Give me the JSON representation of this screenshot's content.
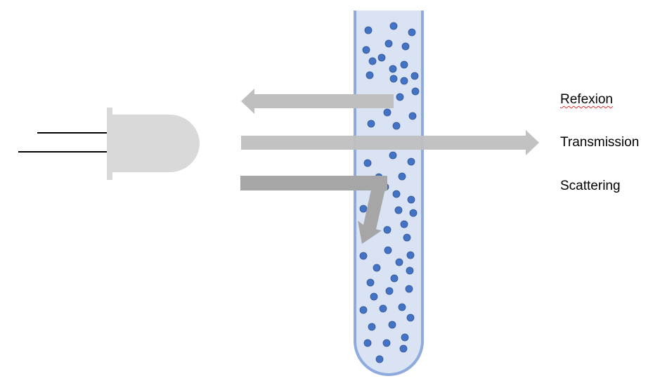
{
  "labels": {
    "reflection": "Refexion",
    "transmission": "Transmission",
    "scattering": "Scattering"
  },
  "colors": {
    "background": "#ffffff",
    "led_body": "#d9d9d9",
    "led_leads": "#000000",
    "tube_fill": "#dae3f3",
    "tube_outline": "#8faadc",
    "particle_fill": "#4472c4",
    "particle_stroke": "#2f5597",
    "arrow_reflection": "#bfbfbf",
    "arrow_transmission": "#bfbfbf",
    "arrow_scattering": "#a6a6a6",
    "spellcheck_underline": "#e0302a"
  },
  "icons": {
    "light_source": "led-icon",
    "sample": "test-tube-icon"
  }
}
